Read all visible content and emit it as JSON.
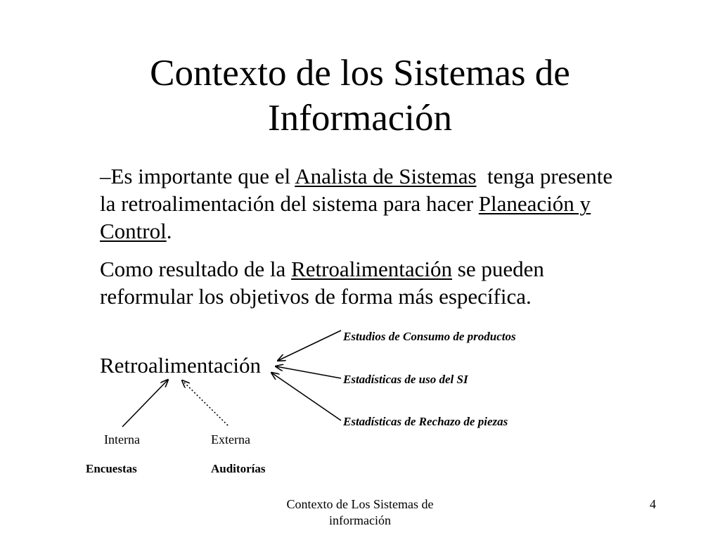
{
  "slide": {
    "title_line1": "Contexto de los Sistemas de",
    "title_line2": "Información",
    "para1": {
      "prefix": "–Es importante que el ",
      "link1": "Analista de Sistemas",
      "mid": "  tenga presente la retroalimentación del sistema para hacer ",
      "link2": "Planeación y Control",
      "suffix": "."
    },
    "para2": {
      "prefix": "Como resultado de la ",
      "link": "Retroalimentación",
      "suffix": " se pueden reformular los objetivos de forma más específica."
    },
    "retro_label": "Retroalimentación",
    "branches": [
      "Estudios de Consumo de productos",
      "Estadísticas de uso del SI",
      "Estadísticas de Rechazo de piezas"
    ],
    "sources": {
      "interna": "Interna",
      "externa": "Externa",
      "encuestas": "Encuestas",
      "auditorias": "Auditorías"
    },
    "footer": {
      "line1": "Contexto de Los Sistemas de",
      "line2": "información",
      "page_number": "4"
    }
  }
}
